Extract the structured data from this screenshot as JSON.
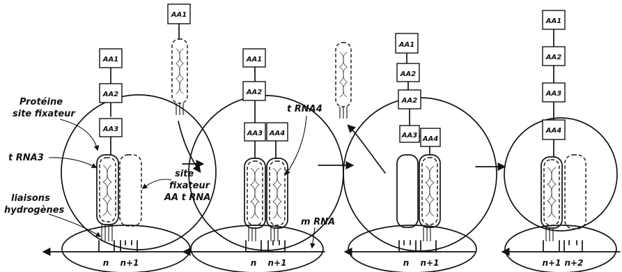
{
  "colors": {
    "ink": "#111111",
    "background": "#ffffff"
  },
  "aa_labels": [
    "AA1",
    "AA2",
    "AA3",
    "AA4"
  ],
  "annotations": {
    "proteine_line1": "Protéine",
    "proteine_line2": "site fixateur",
    "trna3": "t RNA3",
    "trna4": "t RNA4",
    "liaisons_line1": "liaisons",
    "liaisons_line2": "hydrogènes",
    "site_line1": "site",
    "site_line2": "fixateur",
    "site_line3": "AA t RNA",
    "mrna": "m RNA"
  },
  "positions": {
    "n": "n",
    "n1": "n+1",
    "n2": "n+2"
  }
}
